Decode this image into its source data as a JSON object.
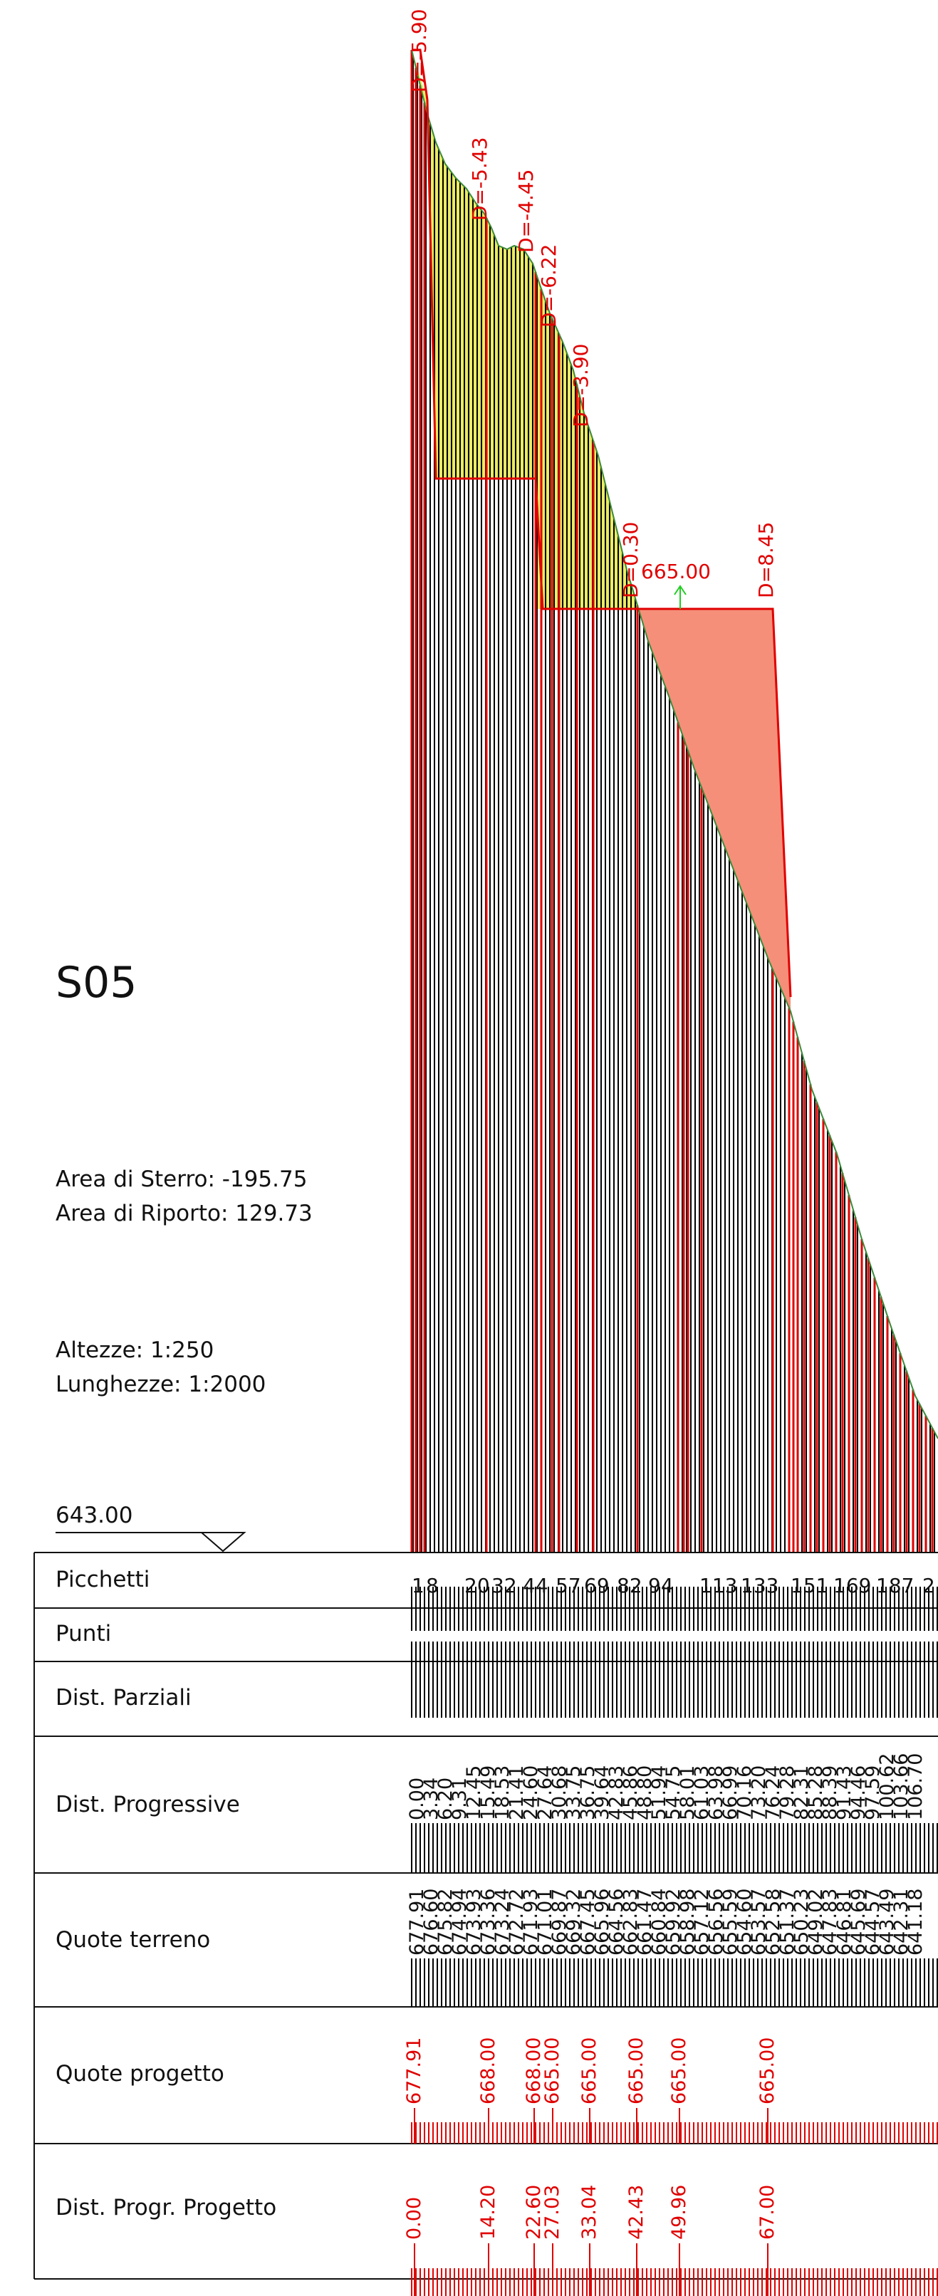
{
  "section": {
    "title": "S05",
    "area_sterro": "Area di Sterro: -195.75",
    "area_riporto": "Area di Riporto: 129.73",
    "scale_altezze": "Altezze:  1:250",
    "scale_lunghezze": "Lunghezze: 1:2000",
    "reference_level": "643.00"
  },
  "table": {
    "rows": [
      "Picchetti",
      "Punti",
      "Dist. Parziali",
      "Dist. Progressive",
      "Quote terreno",
      "Quote progetto",
      "Dist. Progr. Progetto"
    ],
    "picchetti": [
      "1",
      "8",
      "20",
      "32",
      "44",
      "57",
      "69",
      "82",
      "94",
      "113",
      "133",
      "151",
      "169",
      "187",
      "2"
    ],
    "dist_progressive": [
      "0.00",
      "3.34",
      "6.20",
      "9.31",
      "12.45",
      "15.49",
      "18.53",
      "21.41",
      "24.60",
      "27.64",
      "30.68",
      "33.75",
      "36.75",
      "39.64",
      "42.83",
      "45.86",
      "48.80",
      "51.94",
      "54.75",
      "58.01",
      "61.03",
      "63.98",
      "66.99",
      "70.16",
      "73.20",
      "76.24",
      "79.28",
      "82.31",
      "85.28",
      "88.39",
      "91.43",
      "94.46",
      "97.59",
      "100.62",
      "103.66",
      "106.70"
    ],
    "quote_terreno": [
      "677.91",
      "676.60",
      "675.82",
      "674.94",
      "673.93",
      "673.36",
      "673.24",
      "672.72",
      "671.93",
      "671.01",
      "669.87",
      "669.32",
      "667.45",
      "665.96",
      "664.56",
      "662.83",
      "661.47",
      "660.84",
      "659.92",
      "658.98",
      "657.12",
      "656.56",
      "655.59",
      "654.60",
      "653.57",
      "652.58",
      "651.37",
      "650.23",
      "649.02",
      "647.83",
      "646.81",
      "645.69",
      "644.57",
      "643.49",
      "642.31",
      "641.18"
    ],
    "quote_progetto": [
      "677.91",
      "668.00",
      "668.00",
      "665.00",
      "665.00",
      "665.00",
      "665.00",
      "665.00"
    ],
    "dist_progr_progetto": [
      "0.00",
      "14.20",
      "22.60",
      "27.03",
      "33.04",
      "42.43",
      "49.96",
      "67.00"
    ]
  },
  "annotations": {
    "labels": [
      "D=-5.90",
      "D=-5.43",
      "D=-4.45",
      "D=-6.22",
      "D=-3.90",
      "D=0.30",
      "D=8.45"
    ],
    "level_marker": "665.00"
  },
  "colors": {
    "terrain": "#000000",
    "project": "#e00000",
    "cut_fill": "#e8e84a",
    "embankment_fill": "#f5836a",
    "level_marker": "#22cc22"
  }
}
